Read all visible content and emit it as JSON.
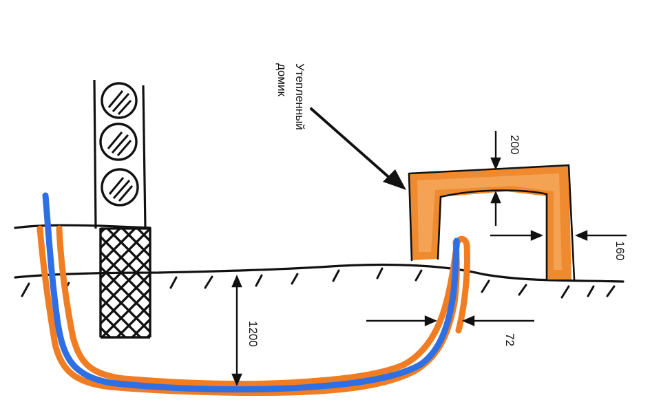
{
  "labels": {
    "house_line1": "Утепленный",
    "house_line2": "домик",
    "dim_roof": "200",
    "dim_wall": "160",
    "dim_depth": "1200",
    "dim_pipe": "72"
  },
  "colors": {
    "ink": "#111111",
    "insulation": "#f08a2e",
    "insulation_light": "#f5a75c",
    "cold_pipe": "#2f6fe4",
    "hot_pipe": "#f07d22"
  },
  "icons": {
    "ground_hatch": "ground-hatch-icon",
    "arrow": "arrowhead-icon"
  }
}
